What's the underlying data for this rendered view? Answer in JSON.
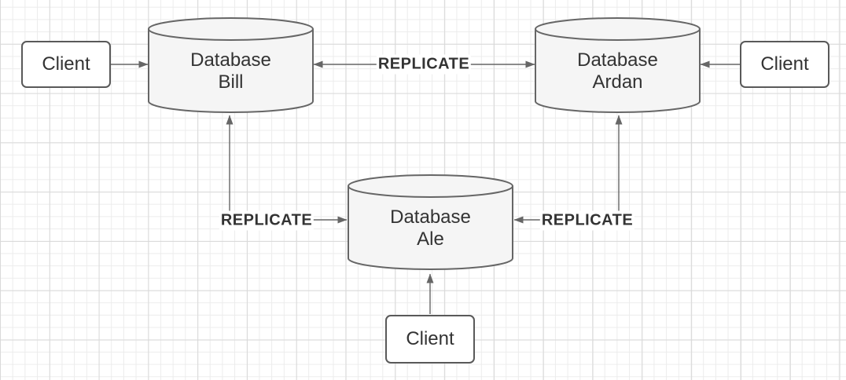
{
  "diagram": {
    "nodes": {
      "db_bill": {
        "line1": "Database",
        "line2": "Bill"
      },
      "db_ardan": {
        "line1": "Database",
        "line2": "Ardan"
      },
      "db_ale": {
        "line1": "Database",
        "line2": "Ale"
      },
      "client_left": {
        "label": "Client"
      },
      "client_right": {
        "label": "Client"
      },
      "client_bottom": {
        "label": "Client"
      }
    },
    "edge_labels": {
      "top": "REPLICATE",
      "left": "REPLICATE",
      "right": "REPLICATE"
    },
    "colors": {
      "cylinder_fill": "#f5f5f5",
      "cylinder_stroke": "#666666",
      "client_fill": "#ffffff",
      "client_stroke": "#595959",
      "text": "#333333",
      "edge": "#666666",
      "grid_minor": "#ececec",
      "grid_major": "#d9d9d9",
      "label_bg": "#ffffff"
    }
  }
}
